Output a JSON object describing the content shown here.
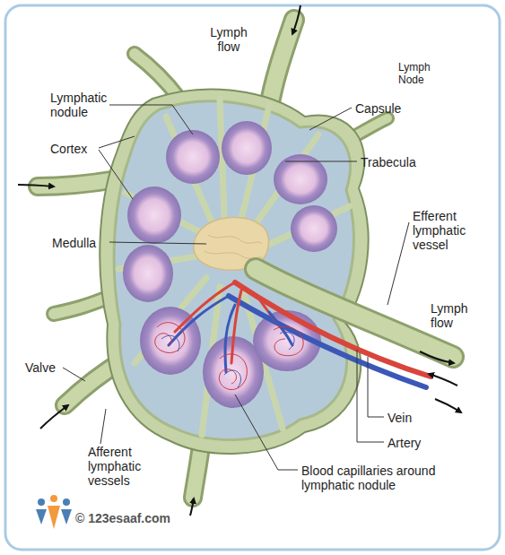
{
  "diagram": {
    "title": "Lymph Node",
    "labels": [
      "Lymph flow",
      "Lymphatic nodule",
      "Capsule",
      "Cortex",
      "Trabecula",
      "Medulla",
      "Efferent lymphatic vessel",
      "Lymph flow",
      "Valve",
      "Vein",
      "Artery",
      "Afferent lymphatic vessels",
      "Blood capillaries around lymphatic nodule",
      "© 123esaaf.com"
    ]
  }
}
